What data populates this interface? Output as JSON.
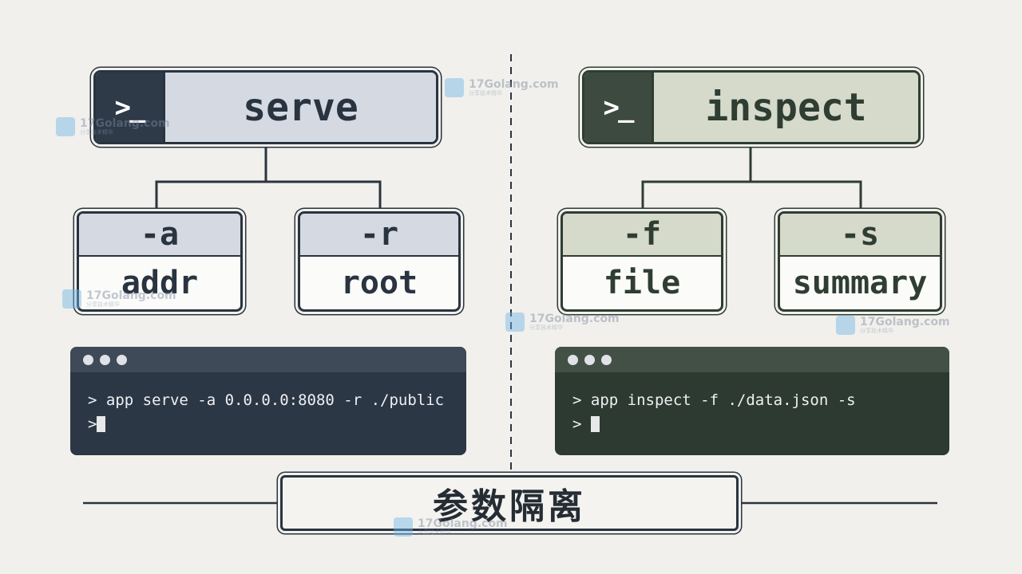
{
  "left": {
    "prompt": ">_",
    "command": "serve",
    "flags": [
      {
        "key": "-a",
        "value": "addr"
      },
      {
        "key": "-r",
        "value": "root"
      }
    ],
    "terminal": {
      "line1": "> app serve -a 0.0.0.0:8080 -r ./public",
      "line2": ">"
    }
  },
  "right": {
    "prompt": ">_",
    "command": "inspect",
    "flags": [
      {
        "key": "-f",
        "value": "file"
      },
      {
        "key": "-s",
        "value": "summary"
      }
    ],
    "terminal": {
      "line1": "> app inspect -f ./data.json -s",
      "line2": "> "
    }
  },
  "title": "参数隔离",
  "watermark": {
    "text": "17Golang.com",
    "sub": "分享技术精华"
  },
  "colors": {
    "background": "#f1f0ec",
    "slate": "#2a3440",
    "slate_light": "#d5dae2",
    "green_dark": "#2f3d33",
    "green_light": "#d5dacb"
  }
}
